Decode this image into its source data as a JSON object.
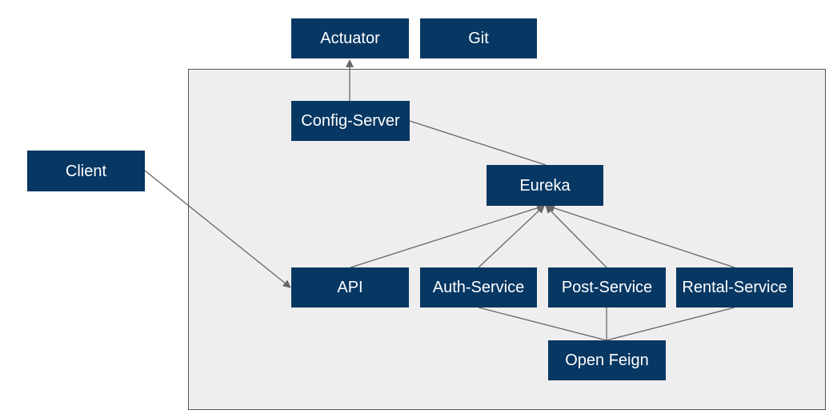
{
  "nodes": {
    "actuator": "Actuator",
    "git": "Git",
    "config_server": "Config-Server",
    "client": "Client",
    "eureka": "Eureka",
    "api": "API",
    "auth_service": "Auth-Service",
    "post_service": "Post-Service",
    "rental_service": "Rental-Service",
    "open_feign": "Open Feign"
  },
  "colors": {
    "node_fill": "#073763",
    "node_text": "#ffffff",
    "container_fill": "#eeeeee",
    "edge": "#666666"
  }
}
